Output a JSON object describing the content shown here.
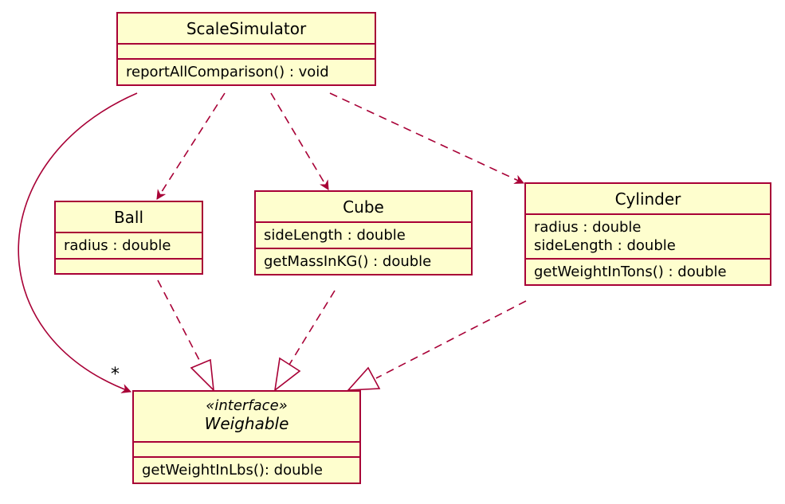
{
  "classes": {
    "scale_simulator": {
      "name": "ScaleSimulator",
      "attributes": [],
      "methods": [
        "reportAllComparison() : void"
      ]
    },
    "ball": {
      "name": "Ball",
      "attributes": [
        "radius : double"
      ],
      "methods": []
    },
    "cube": {
      "name": "Cube",
      "attributes": [
        "sideLength : double"
      ],
      "methods": [
        "getMassInKG() : double"
      ]
    },
    "cylinder": {
      "name": "Cylinder",
      "attributes": [
        "radius : double",
        "sideLength : double"
      ],
      "methods": [
        "getWeightInTons() : double"
      ]
    },
    "weighable": {
      "stereotype": "«interface»",
      "name": "Weighable",
      "attributes": [],
      "methods": [
        "getWeightInLbs(): double"
      ]
    }
  },
  "relations": [
    {
      "from": "ScaleSimulator",
      "to": "Ball",
      "type": "dependency"
    },
    {
      "from": "ScaleSimulator",
      "to": "Cube",
      "type": "dependency"
    },
    {
      "from": "ScaleSimulator",
      "to": "Cylinder",
      "type": "dependency"
    },
    {
      "from": "ScaleSimulator",
      "to": "Weighable",
      "type": "association",
      "multiplicity": "*"
    },
    {
      "from": "Ball",
      "to": "Weighable",
      "type": "realization"
    },
    {
      "from": "Cube",
      "to": "Weighable",
      "type": "realization"
    },
    {
      "from": "Cylinder",
      "to": "Weighable",
      "type": "realization"
    }
  ],
  "colors": {
    "border": "#a80036",
    "fill": "#fefece"
  }
}
